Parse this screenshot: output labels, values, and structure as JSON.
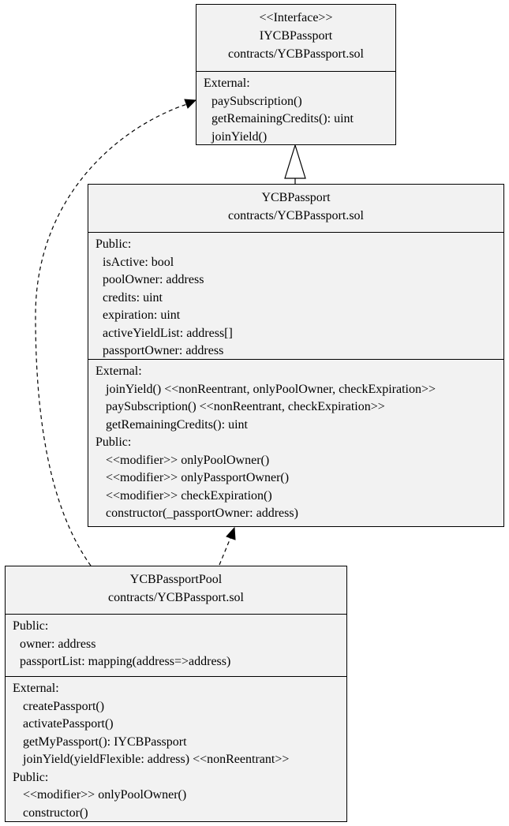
{
  "interface": {
    "stereotype": "<<Interface>>",
    "name": "IYCBPassport",
    "file": "contracts/YCBPassport.sol",
    "sections": [
      {
        "heading": "External:",
        "items": [
          "paySubscription()",
          "getRemainingCredits(): uint",
          "joinYield()"
        ]
      }
    ]
  },
  "passport": {
    "name": "YCBPassport",
    "file": "contracts/YCBPassport.sol",
    "public_heading": "Public:",
    "attributes": [
      "isActive: bool",
      "poolOwner: address",
      "credits: uint",
      "expiration: uint",
      "activeYieldList: address[]",
      "passportOwner: address"
    ],
    "external_heading": "External:",
    "external": [
      "joinYield() <<nonReentrant, onlyPoolOwner, checkExpiration>>",
      "paySubscription() <<nonReentrant, checkExpiration>>",
      "getRemainingCredits(): uint"
    ],
    "public_ops_heading": "Public:",
    "public_ops": [
      "<<modifier>> onlyPoolOwner()",
      "<<modifier>> onlyPassportOwner()",
      "<<modifier>> checkExpiration()",
      "constructor(_passportOwner: address)"
    ]
  },
  "pool": {
    "name": "YCBPassportPool",
    "file": "contracts/YCBPassport.sol",
    "public_heading": "Public:",
    "attributes": [
      "owner: address",
      "passportList: mapping(address=>address)"
    ],
    "external_heading": "External:",
    "external": [
      "createPassport()",
      "activatePassport()",
      "getMyPassport(): IYCBPassport",
      "joinYield(yieldFlexible: address) <<nonReentrant>>"
    ],
    "public_ops_heading": "Public:",
    "public_ops": [
      "<<modifier>> onlyPoolOwner()",
      "constructor()"
    ]
  }
}
